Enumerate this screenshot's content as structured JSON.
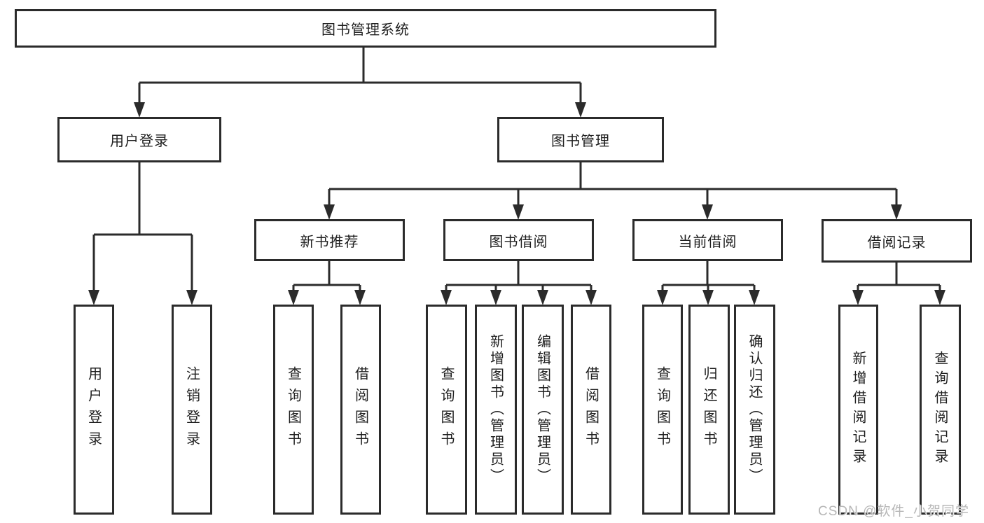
{
  "tree": {
    "root": {
      "label": "图书管理系统",
      "children": [
        {
          "label": "用户登录",
          "children": [
            {
              "label": "用户登录"
            },
            {
              "label": "注销登录"
            }
          ]
        },
        {
          "label": "图书管理",
          "children": [
            {
              "label": "新书推荐",
              "children": [
                {
                  "label": "查询图书"
                },
                {
                  "label": "借阅图书"
                }
              ]
            },
            {
              "label": "图书借阅",
              "children": [
                {
                  "label": "查询图书"
                },
                {
                  "label": "新增图书（管理员）"
                },
                {
                  "label": "编辑图书（管理员）"
                },
                {
                  "label": "借阅图书"
                }
              ]
            },
            {
              "label": "当前借阅",
              "children": [
                {
                  "label": "查询图书"
                },
                {
                  "label": "归还图书"
                },
                {
                  "label": "确认归还（管理员）"
                }
              ]
            },
            {
              "label": "借阅记录",
              "children": [
                {
                  "label": "新增借阅记录"
                },
                {
                  "label": "查询借阅记录"
                }
              ]
            }
          ]
        }
      ]
    }
  },
  "watermark": {
    "text": "CSDN @软件_小贺同学"
  },
  "colors": {
    "line": "#2b2b2b",
    "box_background": "#ffffff",
    "watermark": "#b6b6b6"
  }
}
